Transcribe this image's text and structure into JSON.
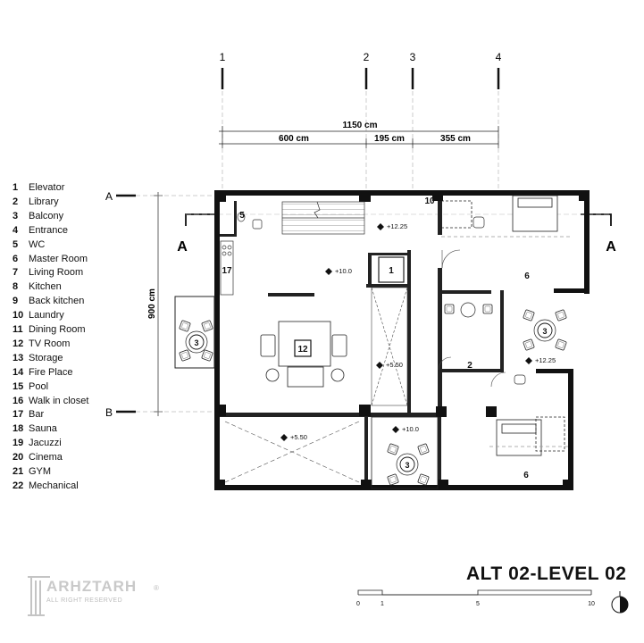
{
  "title": "ALT 02-LEVEL 02",
  "logo": {
    "name": "ARHZTARH",
    "subtitle": "ALL RIGHT RESERVED",
    "mark": "®"
  },
  "grid_axes": [
    "1",
    "2",
    "3",
    "4"
  ],
  "dimensions": {
    "total": "1150 cm",
    "seg1": "600 cm",
    "seg2": "195 cm",
    "seg3": "355 cm",
    "height": "900 cm"
  },
  "section_markers": {
    "a": "A",
    "b": "B"
  },
  "levels": {
    "stair": "+12.25",
    "main": "+10.0",
    "void": "+5.50",
    "balcony_right": "+12.25",
    "balcony_bottom": "+10.0",
    "entrance": "+5.50"
  },
  "scale_bar": {
    "labels": [
      "0",
      "1",
      "5",
      "10"
    ]
  },
  "room_tags": {
    "wc": "5",
    "elevator": "1",
    "mechanical": "10",
    "bar": "17",
    "tv_room": "12",
    "entrance": "2",
    "master_top": "6",
    "master_bottom": "6",
    "balcony_left": "3",
    "balcony_right": "3",
    "balcony_bottom": "3"
  },
  "legend": [
    {
      "num": "1",
      "label": "Elevator"
    },
    {
      "num": "2",
      "label": "Library"
    },
    {
      "num": "3",
      "label": "Balcony"
    },
    {
      "num": "4",
      "label": "Entrance"
    },
    {
      "num": "5",
      "label": "WC"
    },
    {
      "num": "6",
      "label": "Master Room"
    },
    {
      "num": "7",
      "label": "Living Room"
    },
    {
      "num": "8",
      "label": "Kitchen"
    },
    {
      "num": "9",
      "label": "Back kitchen"
    },
    {
      "num": "10",
      "label": "Laundry"
    },
    {
      "num": "11",
      "label": "Dining Room"
    },
    {
      "num": "12",
      "label": "TV Room"
    },
    {
      "num": "13",
      "label": "Storage"
    },
    {
      "num": "14",
      "label": "Fire Place"
    },
    {
      "num": "15",
      "label": "Pool"
    },
    {
      "num": "16",
      "label": "Walk in closet"
    },
    {
      "num": "17",
      "label": "Bar"
    },
    {
      "num": "18",
      "label": "Sauna"
    },
    {
      "num": "19",
      "label": "Jacuzzi"
    },
    {
      "num": "20",
      "label": "Cinema"
    },
    {
      "num": "21",
      "label": "GYM"
    },
    {
      "num": "22",
      "label": "Mechanical"
    }
  ]
}
